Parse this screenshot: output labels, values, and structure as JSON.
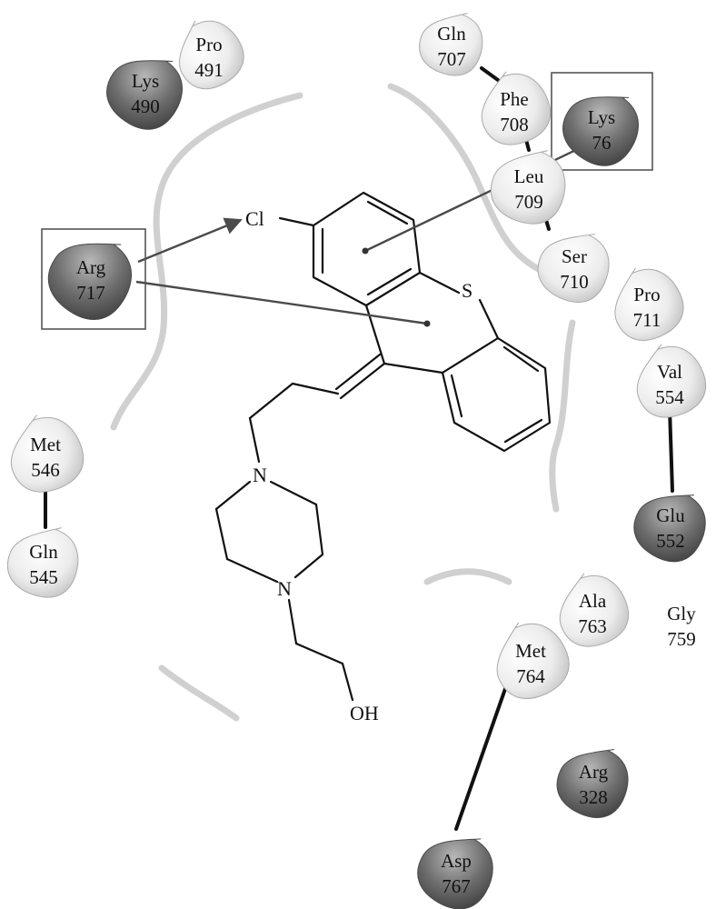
{
  "residues": [
    {
      "id": "pro491",
      "name": "Pro",
      "number": "491",
      "shade": "light"
    },
    {
      "id": "lys490",
      "name": "Lys",
      "number": "490",
      "shade": "dark"
    },
    {
      "id": "gln707",
      "name": "Gln",
      "number": "707",
      "shade": "light"
    },
    {
      "id": "phe708",
      "name": "Phe",
      "number": "708",
      "shade": "light"
    },
    {
      "id": "lys76",
      "name": "Lys",
      "number": "76",
      "shade": "dark"
    },
    {
      "id": "leu709",
      "name": "Leu",
      "number": "709",
      "shade": "light"
    },
    {
      "id": "ser710",
      "name": "Ser",
      "number": "710",
      "shade": "light"
    },
    {
      "id": "pro711",
      "name": "Pro",
      "number": "711",
      "shade": "light"
    },
    {
      "id": "arg717",
      "name": "Arg",
      "number": "717",
      "shade": "dark"
    },
    {
      "id": "val554",
      "name": "Val",
      "number": "554",
      "shade": "light"
    },
    {
      "id": "glu552",
      "name": "Glu",
      "number": "552",
      "shade": "dark"
    },
    {
      "id": "met546",
      "name": "Met",
      "number": "546",
      "shade": "light"
    },
    {
      "id": "gln545",
      "name": "Gln",
      "number": "545",
      "shade": "light"
    },
    {
      "id": "ala763",
      "name": "Ala",
      "number": "763",
      "shade": "light"
    },
    {
      "id": "gly759",
      "name": "Gly",
      "number": "759",
      "shade": "none"
    },
    {
      "id": "met764",
      "name": "Met",
      "number": "764",
      "shade": "light"
    },
    {
      "id": "arg328",
      "name": "Arg",
      "number": "328",
      "shade": "dark"
    },
    {
      "id": "asp767",
      "name": "Asp",
      "number": "767",
      "shade": "dark"
    }
  ],
  "atoms": {
    "cl": "Cl",
    "s": "S",
    "n1": "N",
    "n2": "N",
    "oh": "OH"
  },
  "colors": {
    "dark_residue": "#6e6e6e",
    "light_residue": "#e6e6e6",
    "pocket_line": "#c8c8c8",
    "bond": "#111111"
  }
}
